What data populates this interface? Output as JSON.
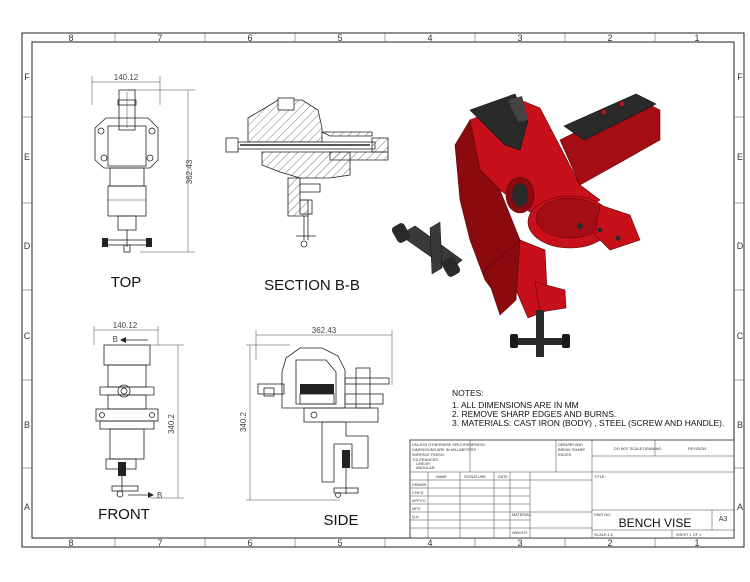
{
  "zones": {
    "top": [
      "8",
      "7",
      "6",
      "5",
      "4",
      "3",
      "2",
      "1"
    ],
    "bottom": [
      "8",
      "7",
      "6",
      "5",
      "4",
      "3",
      "2",
      "1"
    ],
    "left": [
      "F",
      "E",
      "D",
      "C",
      "B",
      "A"
    ],
    "right": [
      "F",
      "E",
      "D",
      "C",
      "B",
      "A"
    ]
  },
  "views": {
    "top": {
      "label": "TOP",
      "width_dim": "140.12",
      "height_dim": "362.43"
    },
    "section": {
      "label": "SECTION B-B"
    },
    "front": {
      "label": "FRONT",
      "width_dim": "140.12",
      "height_dim": "340.2",
      "section_mark": "B"
    },
    "side": {
      "label": "SIDE",
      "width_dim": "362.43",
      "height_dim": "340.2"
    }
  },
  "notes": {
    "heading": "NOTES:",
    "items": [
      "1.   ALL DIMENSIONS ARE IN MM",
      "2.   REMOVE SHARP EDGES AND BURNS.",
      "3.   MATERIALS: CAST IRON (BODY) , STEEL (SCREW AND HANDLE)."
    ]
  },
  "title_block": {
    "unless": "UNLESS OTHERWISE SPECIFIED:",
    "dims": "DIMENSIONS ARE IN MILLIMETERS",
    "finish_note": "SURFACE FINISH:",
    "tolerances": "TOLERANCES:",
    "linear": "LINEAR:",
    "angular": "ANGULAR:",
    "finish": "FINISH:",
    "deburr": "DEBURR AND",
    "break": "BREAK SHARP",
    "edges": "EDGES",
    "no_scale": "DO NOT SCALE DRAWING",
    "revision": "REVISION",
    "name": "NAME",
    "signature": "SIGNATURE",
    "date": "DATE",
    "title_label": "TITLE:",
    "drawn": "DRAWN",
    "chkd": "CHK'D",
    "appvd": "APPV'D",
    "mfg": "MFG",
    "qa": "Q.A",
    "material": "MATERIAL:",
    "weight": "WEIGHT:",
    "dwg_no": "DWG NO.",
    "title": "BENCH VISE",
    "size": "A3",
    "scale": "SCALE:1:5",
    "sheet": "SHEET 1 OF 1"
  },
  "colors": {
    "vise_red": "#c8101a",
    "vise_dark": "#8a0a10",
    "jaw_black": "#2a2a2a",
    "line": "#222222"
  }
}
